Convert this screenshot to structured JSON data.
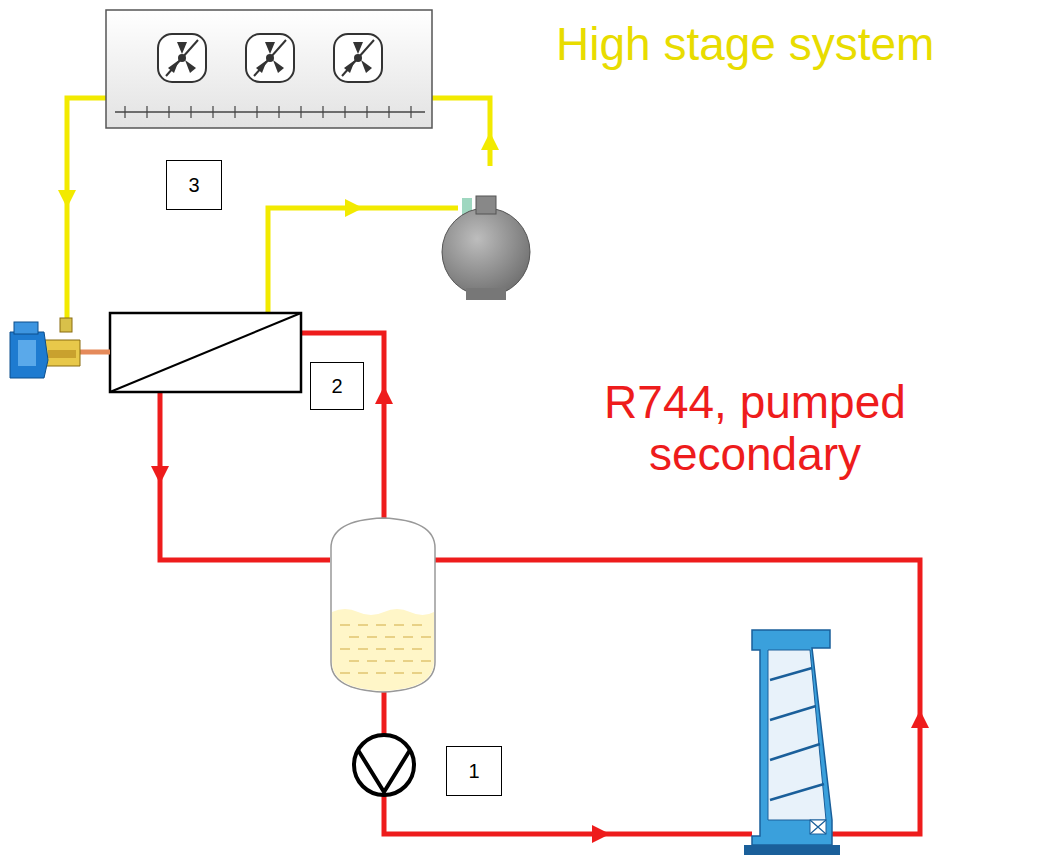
{
  "diagram": {
    "labels": [
      "High stage system",
      "R744, pumped secondary",
      "3",
      "2",
      "1"
    ]
  }
}
